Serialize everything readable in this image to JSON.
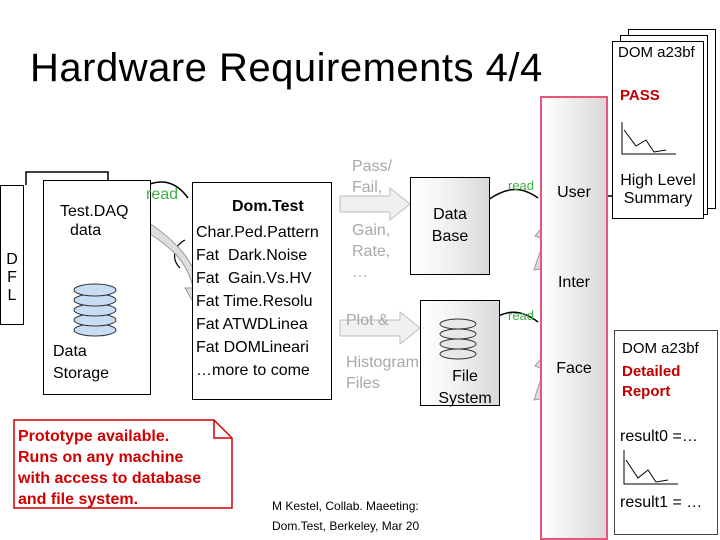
{
  "title": "Hardware Requirements 4/4",
  "dfl": [
    "D",
    "F",
    "L"
  ],
  "testdaq": {
    "line1": "Test.DAQ",
    "line2": "data"
  },
  "read_labels": [
    "read",
    "read",
    "read"
  ],
  "data_storage": {
    "line1": "Data",
    "line2": "Storage"
  },
  "domtest": {
    "header": "Dom.Test",
    "rows": [
      "Char.Ped.Pattern",
      "Fat  Dark.Noise",
      "Fat  Gain.Vs.HV",
      "Fat Time.Resolu",
      "Fat ATWDLinea",
      "Fat DOMLineari",
      "…more to come"
    ]
  },
  "flows": {
    "pass_fail": [
      "Pass/",
      "Fail,"
    ],
    "gain_rate": [
      "Gain,",
      "Rate,",
      "…"
    ],
    "plot": "Plot &",
    "histogram": [
      "Histogram",
      "Files"
    ]
  },
  "database": {
    "line1": "Data",
    "line2": "Base"
  },
  "file_system": {
    "line1": "File",
    "line2": "System"
  },
  "ui_column": {
    "user": "User",
    "inter": "Inter",
    "face": "Face"
  },
  "summary": {
    "dom": "DOM a23bf",
    "pass": "PASS",
    "high_level": [
      "High Level",
      "Summary"
    ]
  },
  "detailed": {
    "dom": "DOM a23bf",
    "label": [
      "Detailed",
      "Report"
    ],
    "result0": "result0 =…",
    "result1": "result1 = …"
  },
  "prototype_note": [
    "Prototype available.",
    "Runs on any machine",
    "with access to database",
    "and file system."
  ],
  "footer": [
    "M Kestel, Collab. Maeeting:",
    "Dom.Test, Berkeley, Mar 20"
  ],
  "colors": {
    "green": "#3cb043",
    "red": "#d00000",
    "pink_outline": "#e8557a",
    "gray_text": "#a8a8a8"
  }
}
